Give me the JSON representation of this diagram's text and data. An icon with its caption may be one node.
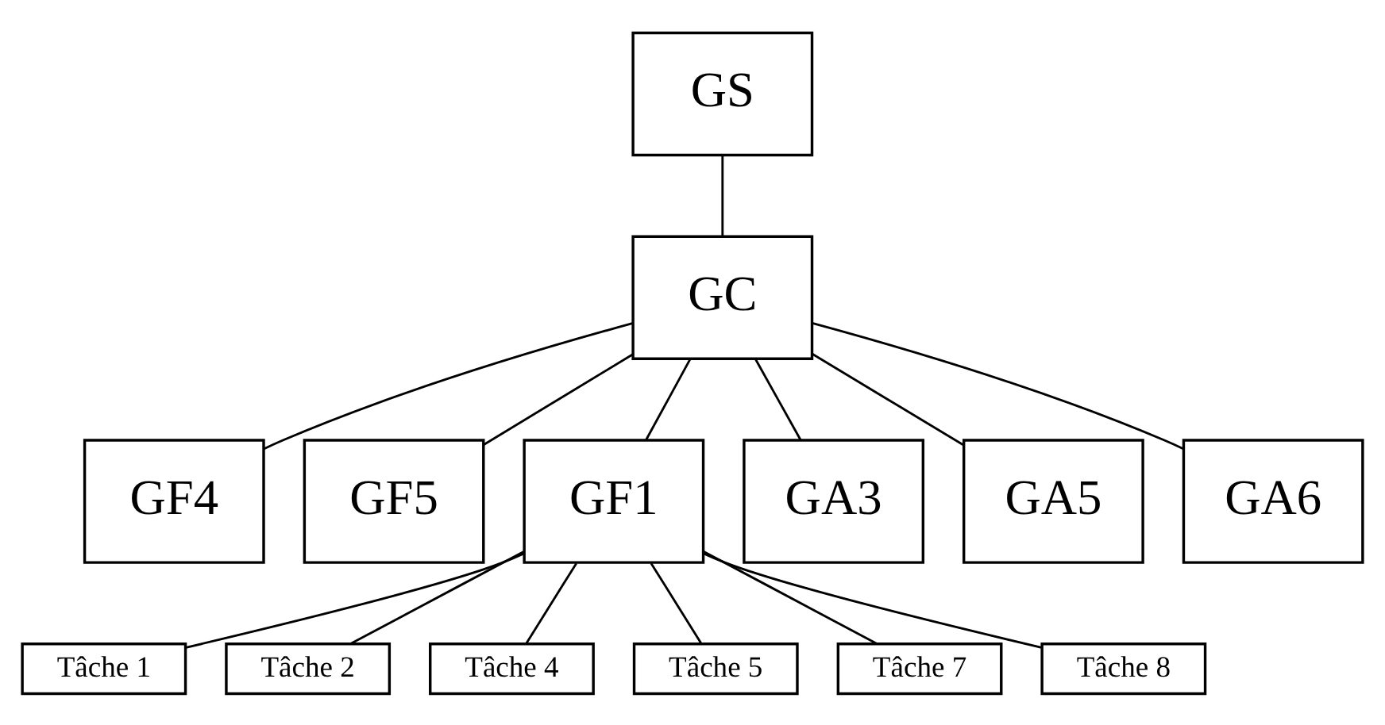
{
  "diagram": {
    "nodes": [
      {
        "text": [
          "GS"
        ]
      },
      {
        "text": [
          "GC"
        ]
      },
      {
        "text": [
          "GF4"
        ]
      },
      {
        "text": [
          "GF5"
        ]
      },
      {
        "text": [
          "GF1"
        ]
      },
      {
        "text": [
          "GA3"
        ]
      },
      {
        "text": [
          "GA5"
        ]
      },
      {
        "text": [
          "GA6"
        ]
      },
      {
        "text": [
          "Tâche 1"
        ]
      },
      {
        "text": [
          "Tâche 2"
        ]
      },
      {
        "text": [
          "Tâche 4"
        ]
      },
      {
        "text": [
          "Tâche 5"
        ]
      },
      {
        "text": [
          "Tâche 7"
        ]
      },
      {
        "text": [
          "Tâche 8"
        ]
      }
    ],
    "edges": [
      {
        "from": 0,
        "to": 1,
        "arrow": "none"
      },
      {
        "from": 1,
        "to": 2,
        "arrow": "none"
      },
      {
        "from": 1,
        "to": 3,
        "arrow": "none"
      },
      {
        "from": 1,
        "to": 4,
        "arrow": "none"
      },
      {
        "from": 1,
        "to": 5,
        "arrow": "none"
      },
      {
        "from": 1,
        "to": 6,
        "arrow": "none"
      },
      {
        "from": 1,
        "to": 7,
        "arrow": "none"
      },
      {
        "from": 4,
        "to": 8,
        "arrow": "none"
      },
      {
        "from": 4,
        "to": 9,
        "arrow": "none"
      },
      {
        "from": 4,
        "to": 10,
        "arrow": "none"
      },
      {
        "from": 4,
        "to": 11,
        "arrow": "none"
      },
      {
        "from": 4,
        "to": 12,
        "arrow": "none"
      },
      {
        "from": 4,
        "to": 13,
        "arrow": "none"
      }
    ]
  }
}
